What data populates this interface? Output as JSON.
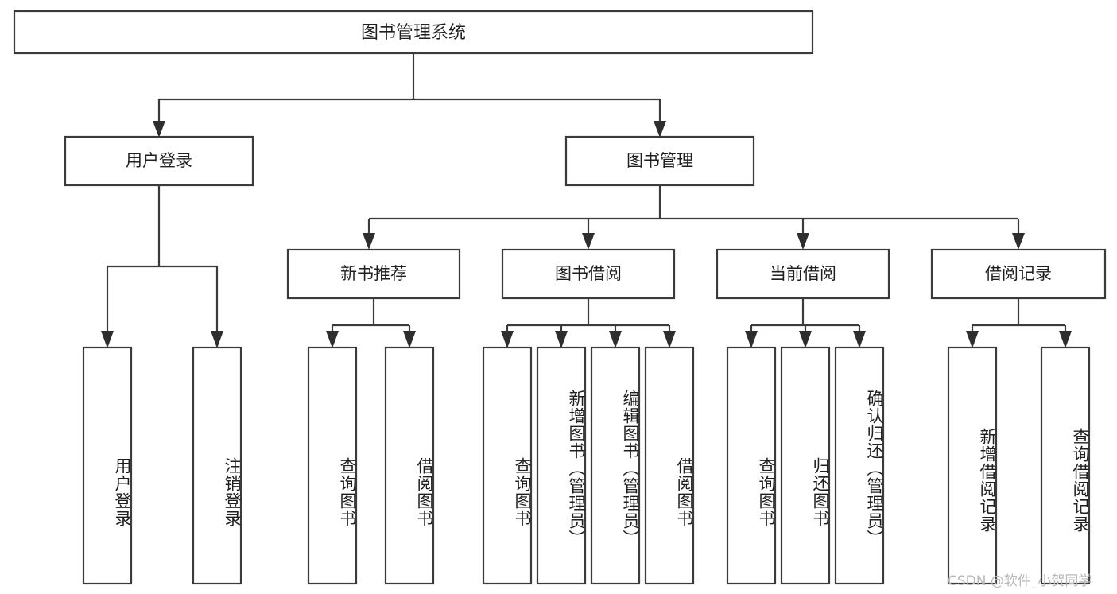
{
  "diagram": {
    "type": "tree-hierarchy",
    "title": "图书管理系统",
    "orientation": "top-down",
    "nodes": {
      "root": {
        "label": "图书管理系统",
        "level": 0
      },
      "user_login": {
        "label": "用户登录",
        "level": 1
      },
      "book_manage": {
        "label": "图书管理",
        "level": 1
      },
      "new_book_rec": {
        "label": "新书推荐",
        "level": 2
      },
      "book_borrow": {
        "label": "图书借阅",
        "level": 2
      },
      "current_borrow": {
        "label": "当前借阅",
        "level": 2
      },
      "borrow_record": {
        "label": "借阅记录",
        "level": 2
      }
    },
    "leaves": {
      "user_login": [
        {
          "label": "用户登录"
        },
        {
          "label": "注销登录"
        }
      ],
      "new_book_rec": [
        {
          "label": "查询图书"
        },
        {
          "label": "借阅图书"
        }
      ],
      "book_borrow": [
        {
          "label": "查询图书"
        },
        {
          "label": "新增图书（管理员）"
        },
        {
          "label": "编辑图书（管理员）"
        },
        {
          "label": "借阅图书"
        }
      ],
      "current_borrow": [
        {
          "label": "查询图书"
        },
        {
          "label": "归还图书"
        },
        {
          "label": "确认归还（管理员）"
        }
      ],
      "borrow_record": [
        {
          "label": "新增借阅记录"
        },
        {
          "label": "查询借阅记录"
        }
      ]
    }
  },
  "watermark": {
    "text": "CSDN @软件_小贺同学"
  },
  "colors": {
    "stroke": "#3b3b3b",
    "fill": "#ffffff",
    "text": "#1f1f1f",
    "watermark": "#b9b9b9"
  }
}
